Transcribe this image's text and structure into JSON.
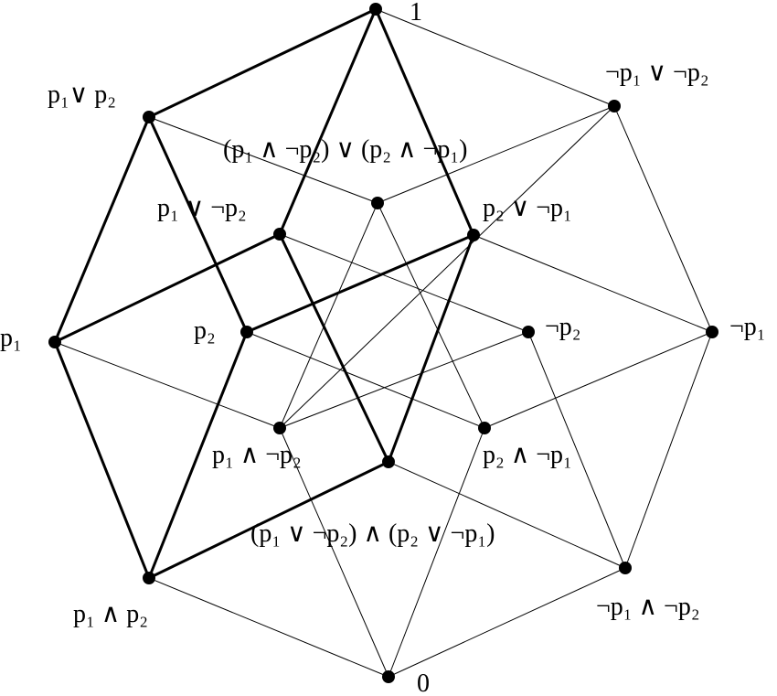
{
  "diagram": {
    "labels": {
      "top": "1",
      "bottom": "0",
      "p1_or_p2": "p₁∨  p₂",
      "notp1_or_notp2": "¬p₁ ∨ ¬p₂",
      "xor": "(p₁ ∧ ¬p₂) ∨ (p₂ ∧ ¬p₁)",
      "p1_or_notp2": "p₁ ∨ ¬p₂",
      "p2_or_notp1": "p₂ ∨ ¬p₁",
      "p1": "p₁",
      "p2": "p₂",
      "notp2": "¬p₂",
      "notp1": "¬p₁",
      "p1_and_notp2": "p₁ ∧ ¬p₂",
      "p2_and_notp1": "p₂ ∧ ¬p₁",
      "iff": "(p₁ ∨ ¬p₂) ∧ (p₂ ∨ ¬p₁)",
      "p1_and_p2": "p₁ ∧ p₂",
      "notp1_and_notp2": "¬p₁ ∧ ¬p₂"
    }
  }
}
